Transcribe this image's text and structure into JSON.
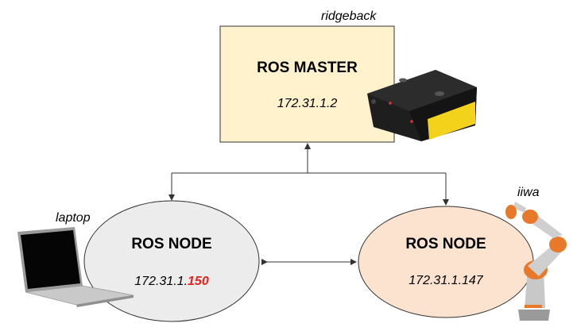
{
  "master": {
    "tag": "ridgeback",
    "title": "ROS MASTER",
    "ip": "172.31.1.2",
    "fill": "#fff2cc",
    "stroke": "#333333"
  },
  "laptop_node": {
    "tag": "laptop",
    "title": "ROS NODE",
    "ip_prefix": "172.31.1.",
    "ip_highlight": "150",
    "highlight_color": "#e8201a",
    "fill": "#ececec",
    "stroke": "#333333"
  },
  "iiwa_node": {
    "tag": "iiwa",
    "title": "ROS NODE",
    "ip": "172.31.1.147",
    "fill": "#fbe3cf",
    "stroke": "#333333"
  },
  "icons": {
    "robot_base": "ridgeback-robot-icon",
    "laptop": "laptop-icon",
    "arm": "iiwa-robot-arm-icon"
  },
  "connector_color": "#333333"
}
